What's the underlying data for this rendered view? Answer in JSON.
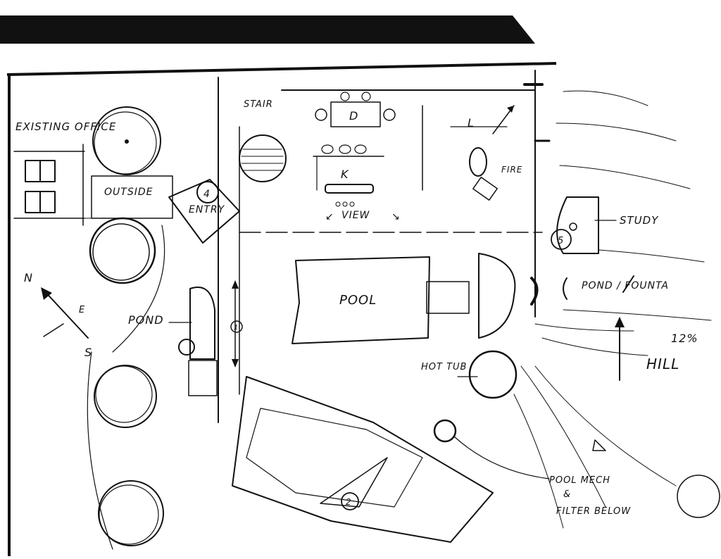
{
  "labels": {
    "existing_office": "EXISTING OFFICE",
    "outside": "OUTSIDE",
    "entry": "ENTRY",
    "entry_num": "4",
    "stair": "STAIR",
    "d": "D",
    "k": "K",
    "l": "L",
    "fire": "FIRE",
    "view": "VIEW",
    "study": "STUDY",
    "study_num": "5",
    "pool": "POOL",
    "pond_left": "POND",
    "pond_fountain": "POND / FOUNTA",
    "slope": "12%",
    "hill": "HILL",
    "hot_tub": "HOT TUB",
    "pool_mech": "POOL MECH",
    "and": "&",
    "filter_below": "FILTER BELOW",
    "garage_num": "2",
    "north": "N",
    "east": "E",
    "south": "S",
    "walk_num": "1"
  }
}
